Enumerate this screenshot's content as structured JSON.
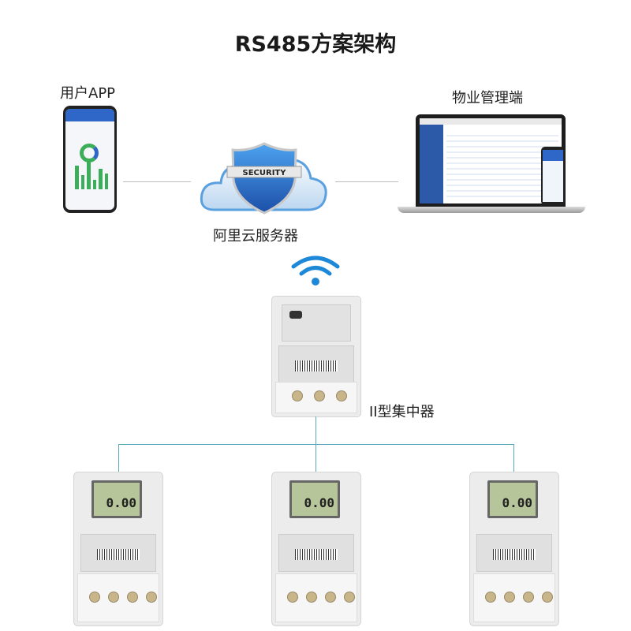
{
  "title": "RS485方案架构",
  "nodes": {
    "user_app": {
      "label": "用户APP",
      "icon": "smartphone-app"
    },
    "property_end": {
      "label": "物业管理端",
      "icon": "laptop-and-phone"
    },
    "cloud": {
      "label": "阿里云服务器",
      "badge": "SECURITY",
      "icon": "cloud-security-shield"
    },
    "concentrator": {
      "label": "II型集中器",
      "icon": "wifi-signal"
    },
    "meters": [
      {
        "display": "0.00"
      },
      {
        "display": "0.00"
      },
      {
        "display": "0.00"
      }
    ]
  },
  "colors": {
    "bus_line": "#5aa7b8",
    "link_line": "#bbbbbb",
    "wifi": "#1e88d8"
  }
}
